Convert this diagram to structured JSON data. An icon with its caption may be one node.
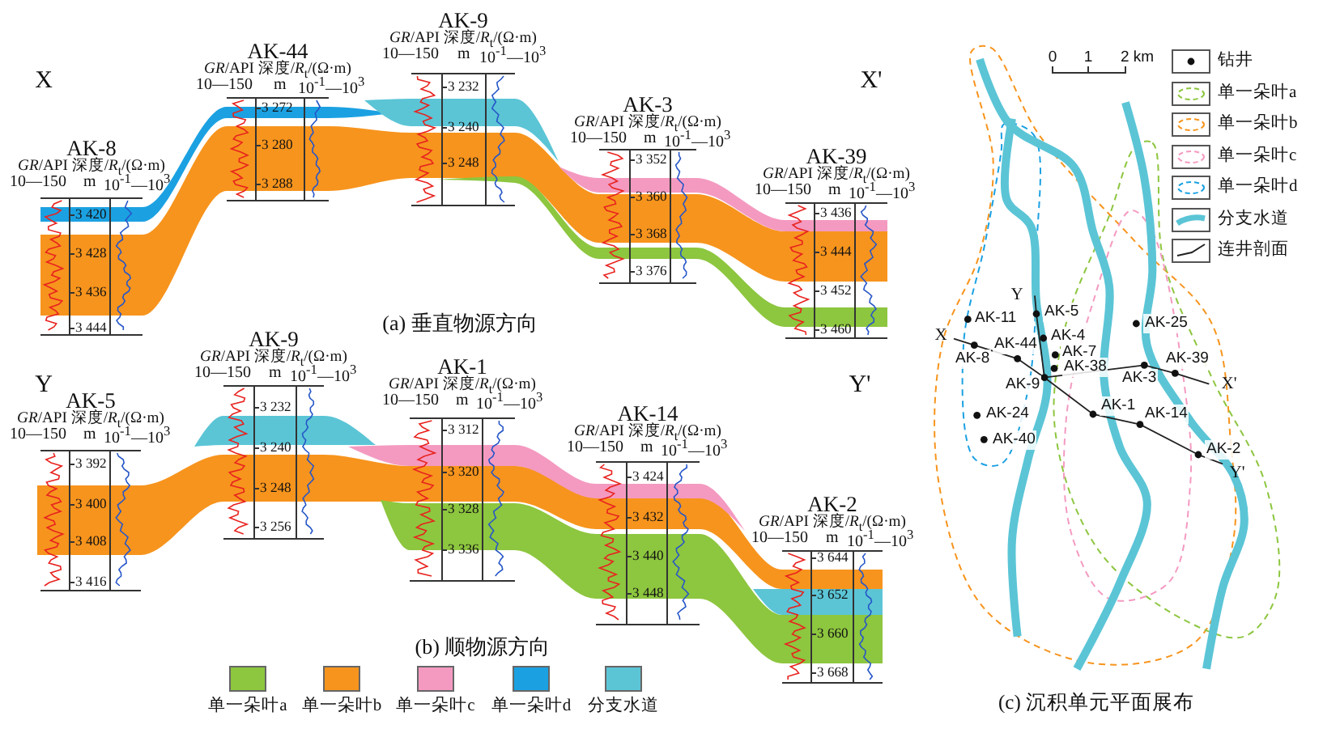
{
  "diagram": {
    "nodes": [
      {
        "text": [
          "AK-8",
          "*GR*/API 深度/*R*$_{t}$/(Ω·m)",
          "10—150",
          "m",
          "10$^{-1}$—10$^{3}$",
          "3 420",
          "3 428",
          "3 436",
          "3 444"
        ]
      },
      {
        "text": [
          "AK-44",
          "*GR*/API 深度/*R*$_{t}$/(Ω·m)",
          "10—150",
          "m",
          "10$^{-1}$—10$^{3}$",
          "3 272",
          "3 280",
          "3 288"
        ]
      },
      {
        "text": [
          "AK-9",
          "*GR*/API 深度/*R*$_{t}$/(Ω·m)",
          "10—150",
          "m",
          "10$^{-1}$—10$^{3}$",
          "3 232",
          "3 240",
          "3 248"
        ]
      },
      {
        "text": [
          "AK-3",
          "*GR*/API 深度/*R*$_{t}$/(Ω·m)",
          "10—150",
          "m",
          "10$^{-1}$—10$^{3}$",
          "3 352",
          "3 360",
          "3 368",
          "3 376"
        ]
      },
      {
        "text": [
          "AK-39",
          "*GR*/API 深度/*R*$_{t}$/(Ω·m)",
          "10—150",
          "m",
          "10$^{-1}$—10$^{3}$",
          "3 436",
          "3 444",
          "3 452",
          "3 460"
        ]
      },
      {
        "text": [
          "AK-5",
          "*GR*/API 深度/*R*$_{t}$/(Ω·m)",
          "10—150",
          "m",
          "10$^{-1}$—10$^{3}$",
          "3 392",
          "3 400",
          "3 408",
          "3 416"
        ]
      },
      {
        "text": [
          "AK-9",
          "*GR*/API 深度/*R*$_{t}$/(Ω·m)",
          "10—150",
          "m",
          "10$^{-1}$—10$^{3}$",
          "3 232",
          "3 240",
          "3 248",
          "3 256"
        ]
      },
      {
        "text": [
          "AK-1",
          "*GR*/API 深度/*R*$_{t}$/(Ω·m)",
          "10—150",
          "m",
          "10$^{-1}$—10$^{3}$",
          "3 312",
          "3 320",
          "3 328",
          "3 336"
        ]
      },
      {
        "text": [
          "AK-14",
          "*GR*/API 深度/*R*$_{t}$/(Ω·m)",
          "10—150",
          "m",
          "10$^{-1}$—10$^{3}$",
          "3 424",
          "3 432",
          "3 440",
          "3 448"
        ]
      },
      {
        "text": [
          "AK-2",
          "*GR*/API 深度/*R*$_{t}$/(Ω·m)",
          "10—150",
          "m",
          "10$^{-1}$—10$^{3}$",
          "3 644",
          "3 652",
          "3 660",
          "3 668"
        ]
      }
    ],
    "labels": [
      "X",
      "X'",
      "(a) 垂直物源方向",
      "Y",
      "Y'",
      "(b) 顺物源方向",
      "0",
      "1",
      "2 km",
      "Y",
      "AK-5",
      "X",
      "AK-11",
      "AK-4",
      "AK-44",
      "AK-8",
      "AK-7",
      "AK-38",
      "AK-25",
      "AK-39",
      "AK-3",
      "X'",
      "AK-9",
      "AK-1",
      "AK-14",
      "AK-24",
      "AK-40",
      "AK-2",
      "Y'",
      "(c) 沉积单元平面展布"
    ],
    "legend": [
      {
        "text": "单一朵叶a",
        "color": "#8dc63f"
      },
      {
        "text": "单一朵叶b",
        "color": "#f7941d"
      },
      {
        "text": "单一朵叶c",
        "color": "#f49ac1"
      },
      {
        "text": "单一朵叶d",
        "color": "#1ba1e2"
      },
      {
        "text": "分支水道",
        "color": "#5bc5d6"
      },
      {
        "text": "钻井"
      },
      {
        "text": "单一朵叶a"
      },
      {
        "text": "单一朵叶b"
      },
      {
        "text": "单一朵叶c"
      },
      {
        "text": "单一朵叶d"
      },
      {
        "text": "分支水道"
      },
      {
        "text": "连井剖面"
      }
    ]
  }
}
